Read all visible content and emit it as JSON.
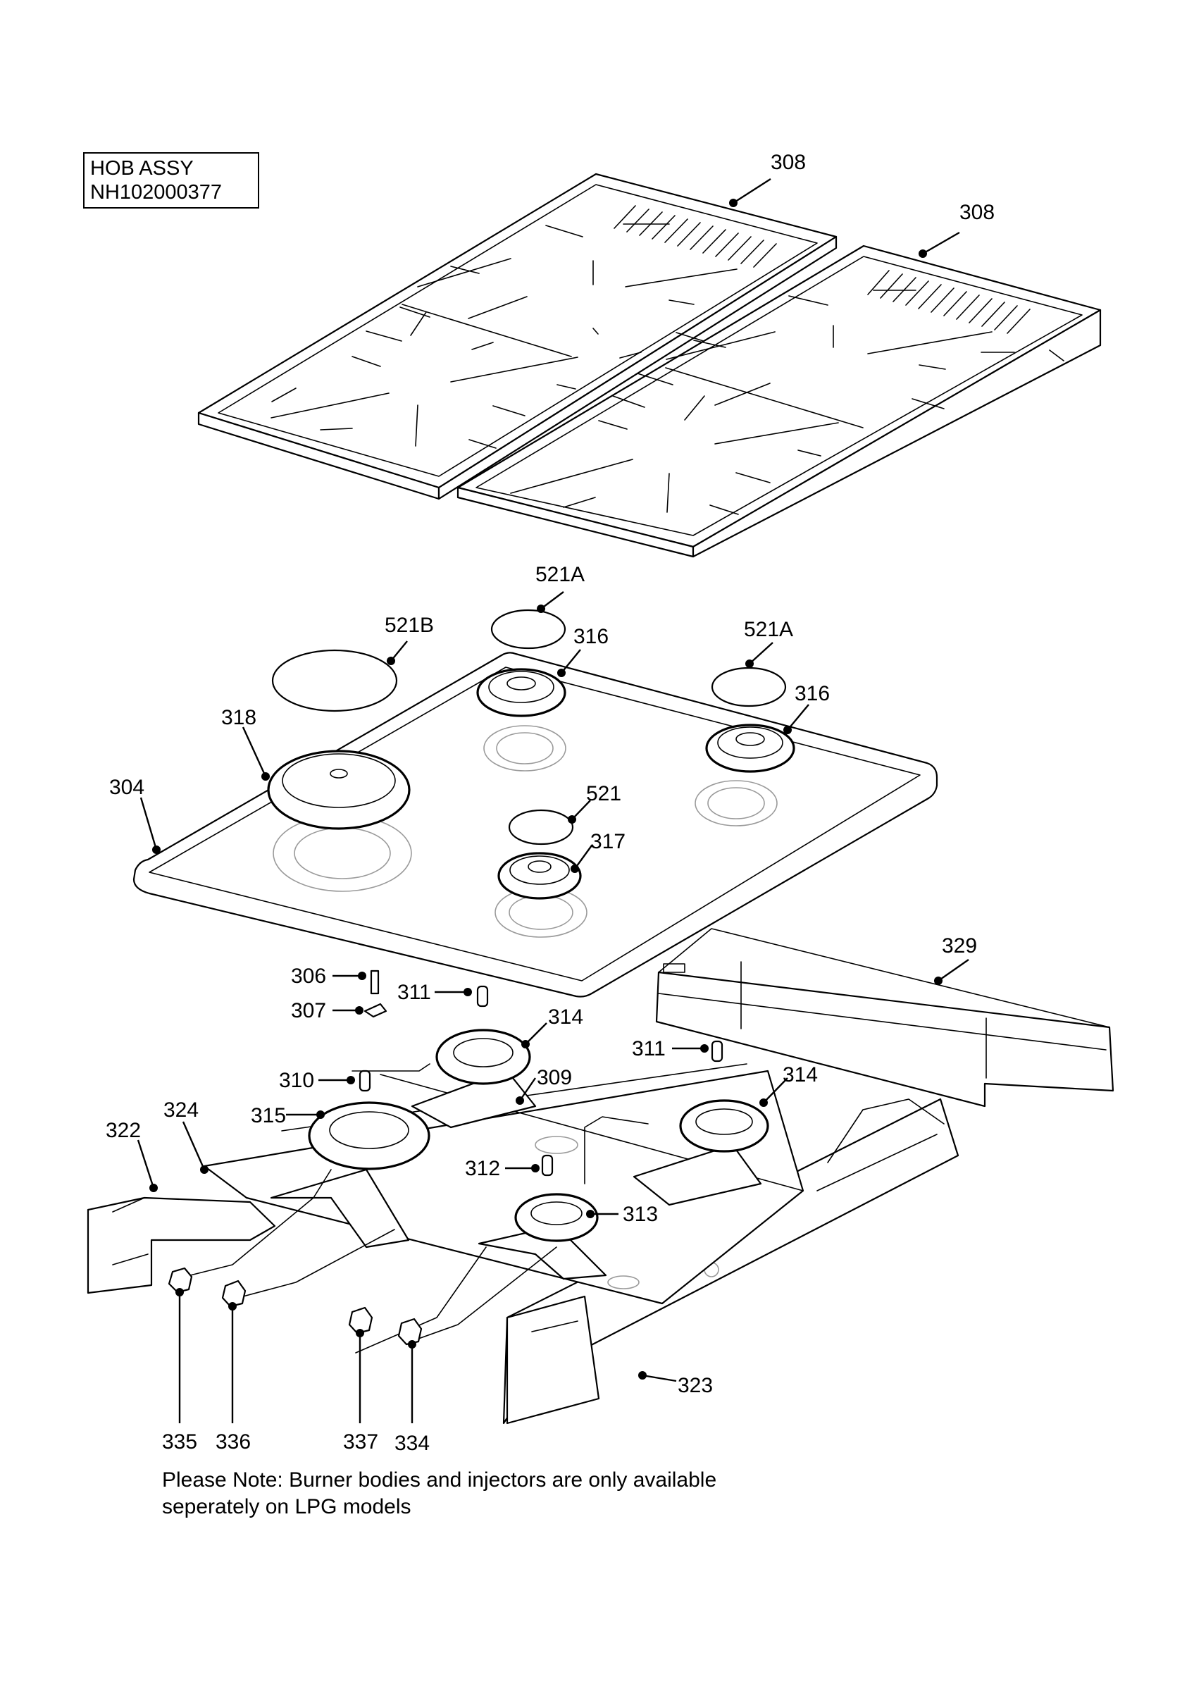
{
  "title_box": {
    "line1": "HOB ASSY",
    "line2": "NH102000377"
  },
  "note": {
    "line1": "Please Note: Burner bodies and injectors are only available",
    "line2": "seperately on LPG models"
  },
  "callouts": {
    "308a": "308",
    "308b": "308",
    "521A_top": "521A",
    "521A_right": "521A",
    "521B": "521B",
    "521": "521",
    "316_left": "316",
    "316_right": "316",
    "317": "317",
    "318": "318",
    "304": "304",
    "329": "329",
    "306": "306",
    "307": "307",
    "311_left": "311",
    "311_right": "311",
    "314_left": "314",
    "314_right": "314",
    "310": "310",
    "309": "309",
    "315": "315",
    "324": "324",
    "322": "322",
    "312": "312",
    "313": "313",
    "323": "323",
    "335": "335",
    "336": "336",
    "337": "337",
    "334": "334"
  }
}
